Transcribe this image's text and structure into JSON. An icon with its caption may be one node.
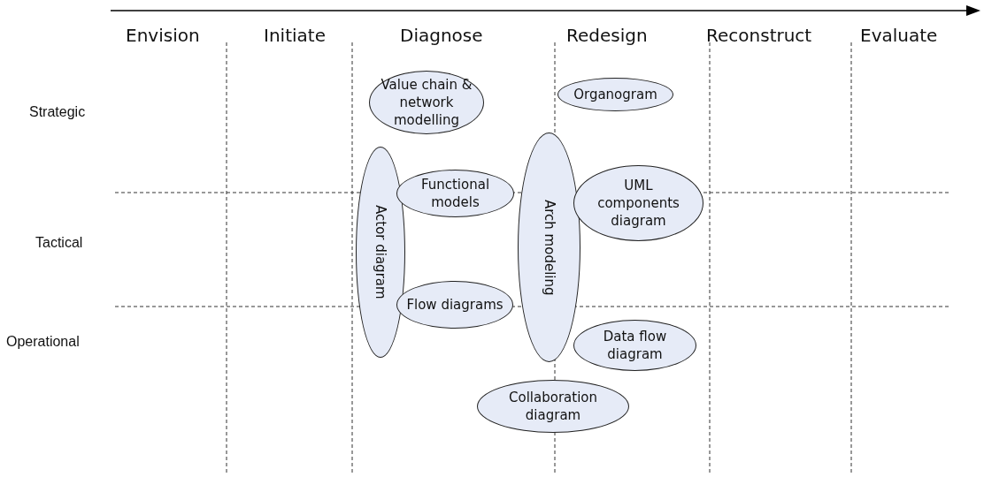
{
  "diagram": {
    "nodes": [
      {
        "text": [
          "Value chain & network modelling"
        ]
      },
      {
        "text": [
          "Organogram"
        ]
      },
      {
        "text": [
          "Actor diagram"
        ]
      },
      {
        "text": [
          "Functional models"
        ]
      },
      {
        "text": [
          "Arch modeling"
        ]
      },
      {
        "text": [
          "UML components diagram"
        ]
      },
      {
        "text": [
          "Flow diagrams"
        ]
      },
      {
        "text": [
          "Data flow diagram"
        ]
      },
      {
        "text": [
          "Collaboration diagram"
        ]
      }
    ],
    "edges": [],
    "labels": [
      "Envision",
      "Initiate",
      "Diagnose",
      "Redesign",
      "Reconstruct",
      "Evaluate",
      "Strategic",
      "Tactical",
      "Operational"
    ]
  }
}
